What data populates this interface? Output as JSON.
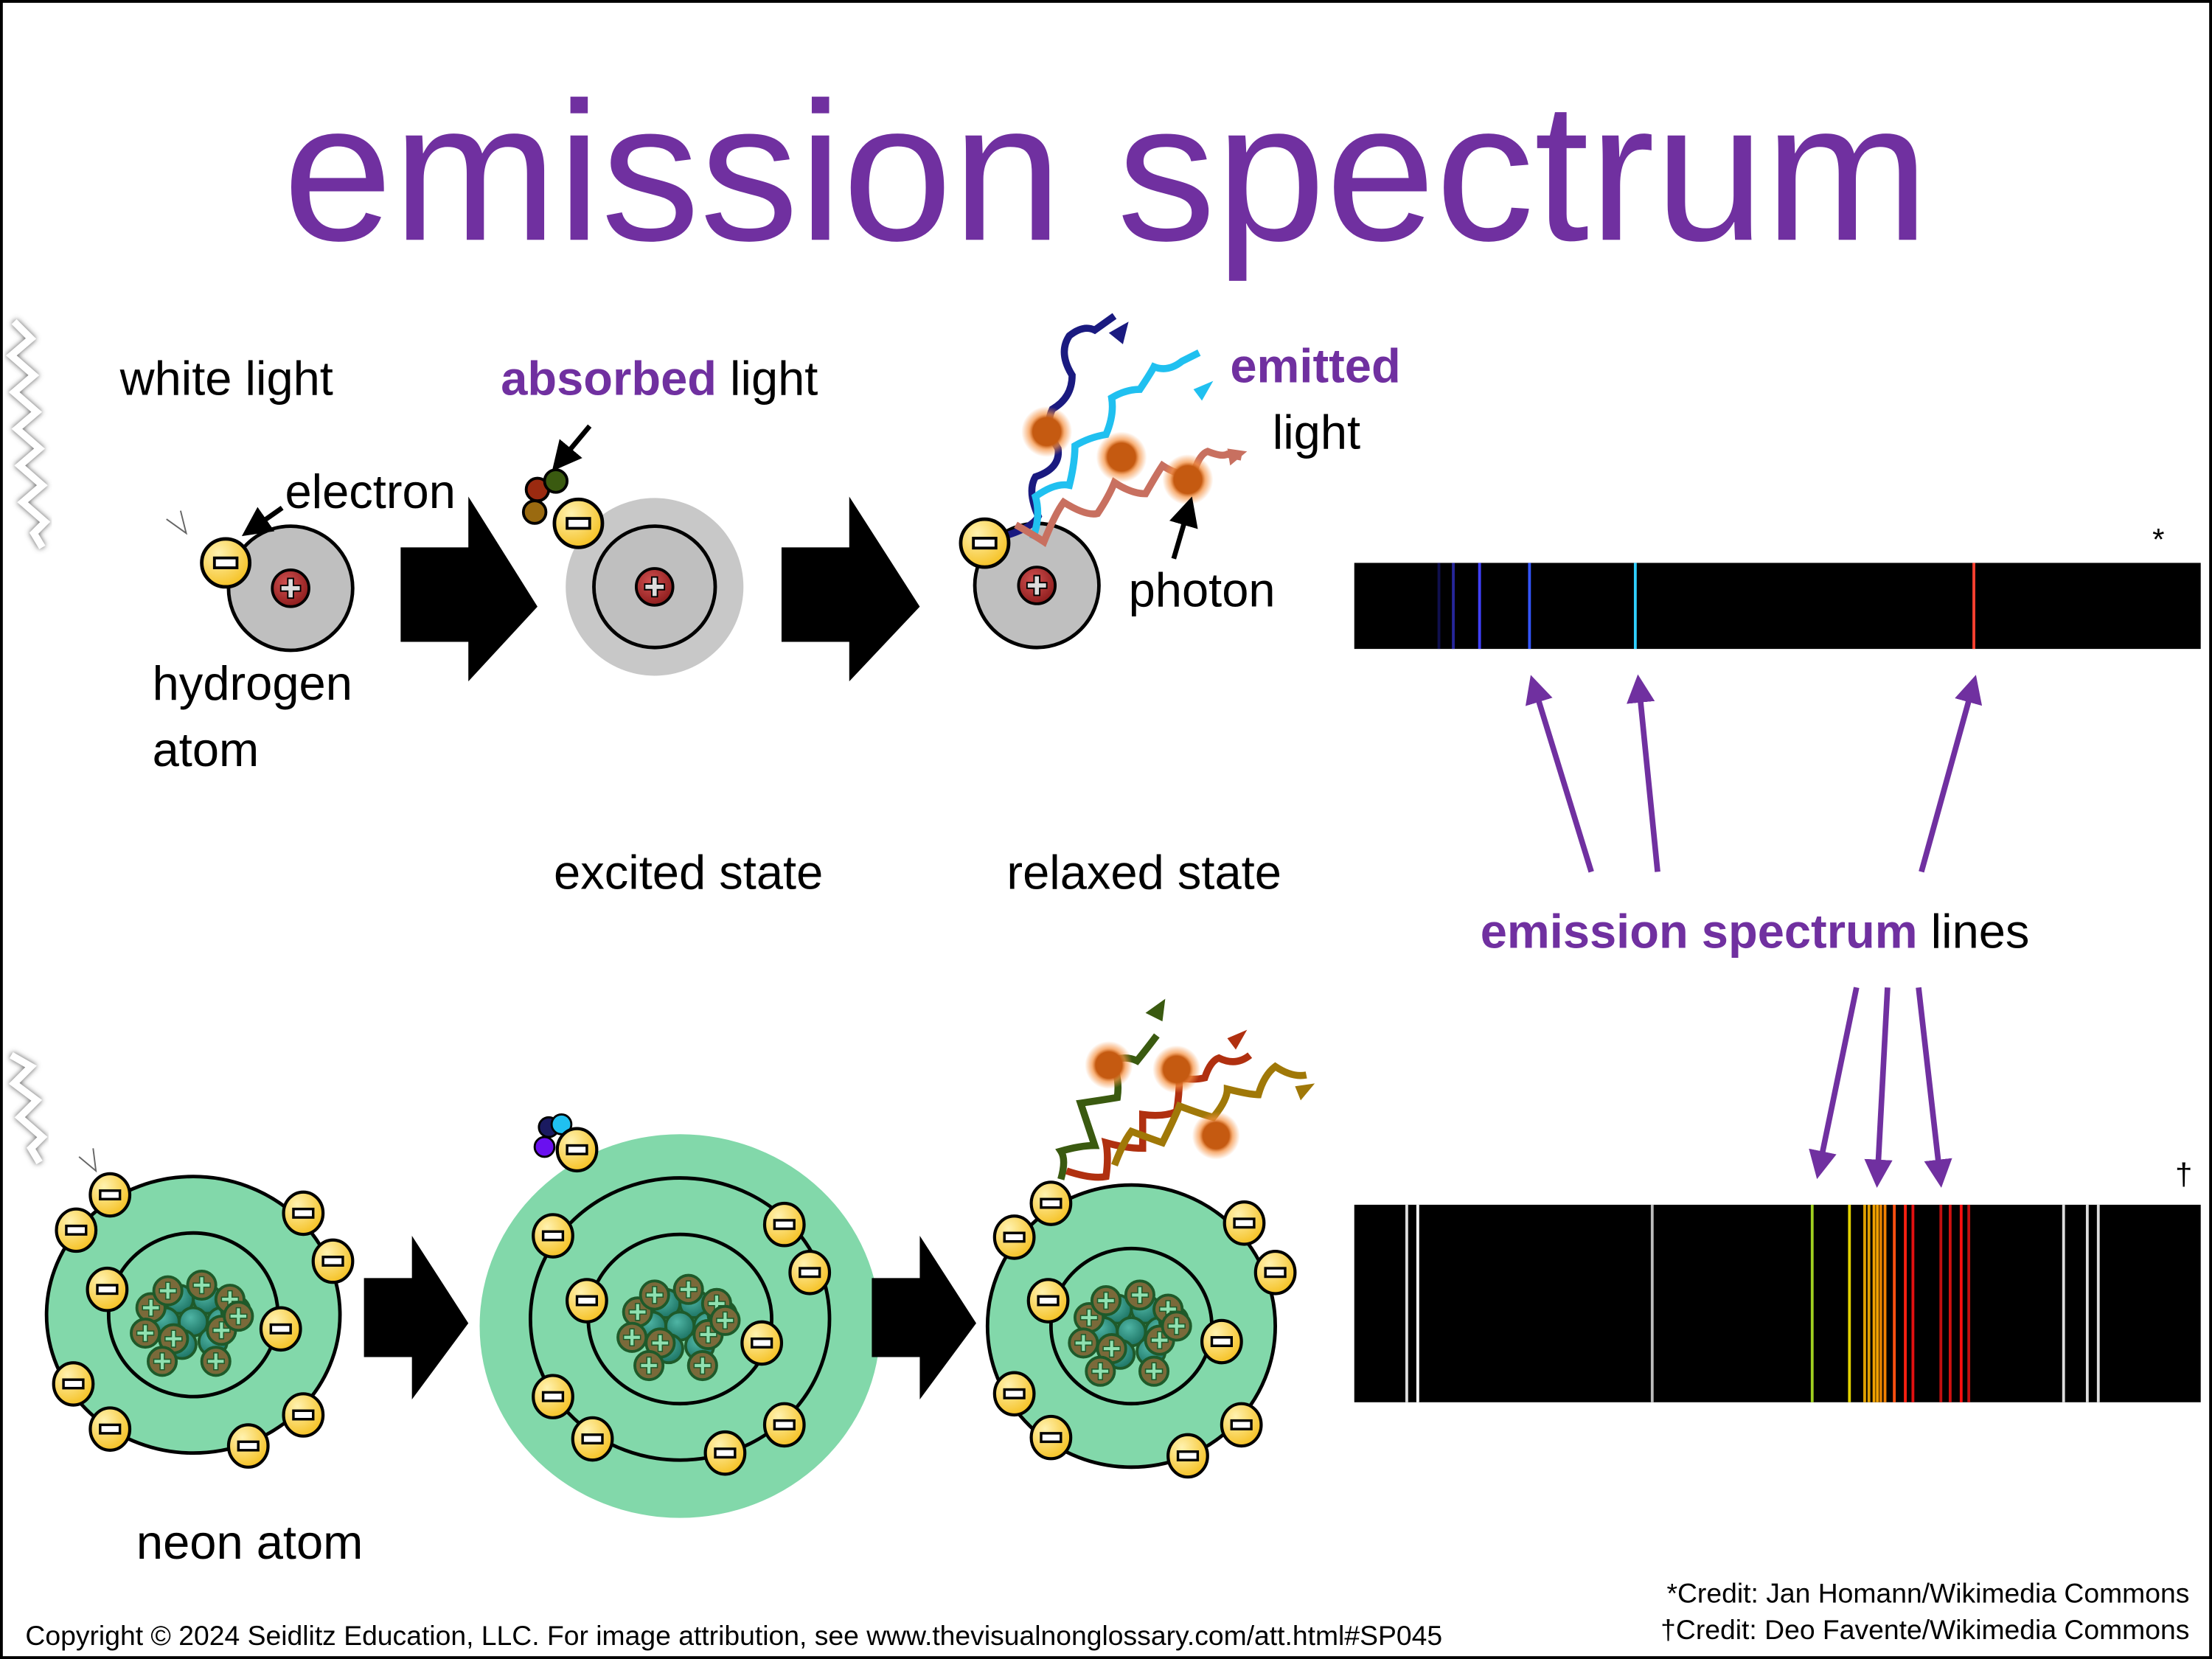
{
  "title": "emission spectrum",
  "colors": {
    "accent": "#7030A0",
    "electron": "#F5C842",
    "proton": "#A52A2A",
    "hydrogen_cloud": "#C0C0C0",
    "neon_cloud": "#82D8AA",
    "photon": "#C55A11"
  },
  "labels": {
    "white_light": "white light",
    "electron": "electron",
    "hydrogen_atom_line1": "hydrogen",
    "hydrogen_atom_line2": "atom",
    "absorbed_bold": "absorbed",
    "absorbed_rest": " light",
    "emitted_bold": "emitted",
    "emitted_rest": "light",
    "photon": "photon",
    "excited_state": "excited state",
    "relaxed_state": "relaxed state",
    "neon_atom": "neon atom",
    "spectrum_lines_bold": "emission spectrum",
    "spectrum_lines_rest": " lines",
    "electron_sign": "−",
    "proton_sign": "+"
  },
  "spectra": {
    "hydrogen": {
      "marker": "*",
      "lines": [
        {
          "pos": 0.1,
          "color": "#1a1a80",
          "alpha": 0.6
        },
        {
          "pos": 0.117,
          "color": "#3030c0",
          "alpha": 0.8
        },
        {
          "pos": 0.148,
          "color": "#4040ff",
          "alpha": 1
        },
        {
          "pos": 0.207,
          "color": "#3355ff",
          "alpha": 1
        },
        {
          "pos": 0.332,
          "color": "#30d0ff",
          "alpha": 1
        },
        {
          "pos": 0.732,
          "color": "#ff4030",
          "alpha": 1
        }
      ]
    },
    "neon": {
      "marker": "†",
      "lines": [
        {
          "pos": 0.062,
          "color": "#dddddd"
        },
        {
          "pos": 0.075,
          "color": "#ffffff"
        },
        {
          "pos": 0.352,
          "color": "#bbbbbb"
        },
        {
          "pos": 0.541,
          "color": "#a0d020"
        },
        {
          "pos": 0.585,
          "color": "#e0d000"
        },
        {
          "pos": 0.603,
          "color": "#e0a000"
        },
        {
          "pos": 0.608,
          "color": "#e0a000"
        },
        {
          "pos": 0.614,
          "color": "#f0a000"
        },
        {
          "pos": 0.618,
          "color": "#f0a000"
        },
        {
          "pos": 0.622,
          "color": "#e08000"
        },
        {
          "pos": 0.627,
          "color": "#f08000"
        },
        {
          "pos": 0.638,
          "color": "#ff5010"
        },
        {
          "pos": 0.651,
          "color": "#ff2010"
        },
        {
          "pos": 0.66,
          "color": "#e01010"
        },
        {
          "pos": 0.693,
          "color": "#c01010"
        },
        {
          "pos": 0.704,
          "color": "#d01010"
        },
        {
          "pos": 0.717,
          "color": "#ff1010"
        },
        {
          "pos": 0.726,
          "color": "#c01010"
        },
        {
          "pos": 0.838,
          "color": "#dddddd"
        },
        {
          "pos": 0.866,
          "color": "#dddddd"
        },
        {
          "pos": 0.879,
          "color": "#dddddd"
        }
      ]
    }
  },
  "footer": {
    "copyright": "Copyright © 2024 Seidlitz Education, LLC.  For image attribution, see www.thevisualnonglossary.com/att.html#SP045",
    "credit1": "*Credit: Jan Homann/Wikimedia Commons",
    "credit2": "†Credit: Deo Favente/Wikimedia Commons"
  }
}
